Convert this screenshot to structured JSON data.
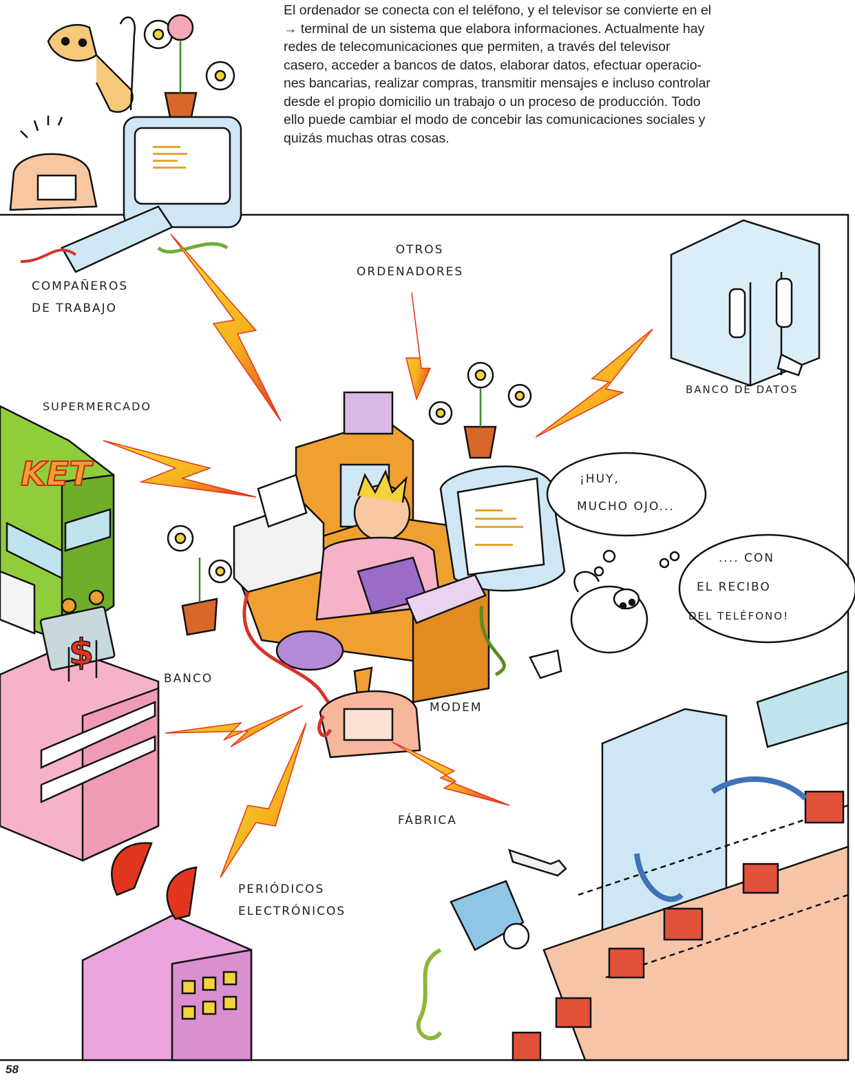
{
  "intro_text": [
    "El ordenador se conecta con el teléfono, y el televisor se convierte en el",
    "→ terminal de un sistema que elabora informaciones. Actualmente hay",
    "redes de telecomunicaciones que permiten, a través del televisor",
    "casero, acceder a bancos de datos, elaborar datos, efectuar operacio-",
    "nes bancarias, realizar compras, transmitir mensajes e incluso controlar",
    "desde el propio domicilio un trabajo o un proceso de producción. Todo",
    "ello puede cambiar el modo de concebir las comunicaciones sociales y",
    "quizás muchas otras cosas."
  ],
  "labels": {
    "companeros": [
      "COMPAÑEROS",
      "DE TRABAJO"
    ],
    "otros": [
      "OTROS",
      "ORDENADORES"
    ],
    "banco_datos": "BANCO DE DATOS",
    "supermercado": "SUPERMERCADO",
    "banco": "BANCO",
    "modem": "MODEM",
    "fabrica": "FÁBRICA",
    "periodicos": [
      "PERIÓDICOS",
      "ELECTRÓNICOS"
    ]
  },
  "bubbles": {
    "first": [
      "¡HUY,",
      "MUCHO OJO..."
    ],
    "second": [
      ".... CON",
      "EL RECIBO",
      "DEL TELÉFONO!"
    ]
  },
  "signs": {
    "supermarket": "KET",
    "bank": "$"
  },
  "page_number": "58",
  "colors": {
    "lightning": "#f5d21a",
    "lightning_edge": "#e2351e",
    "desk_orange": "#f0a030",
    "screen_blue": "#cfe7f4",
    "building_pink": "#f6b2c8",
    "building_green": "#8fce3a"
  }
}
